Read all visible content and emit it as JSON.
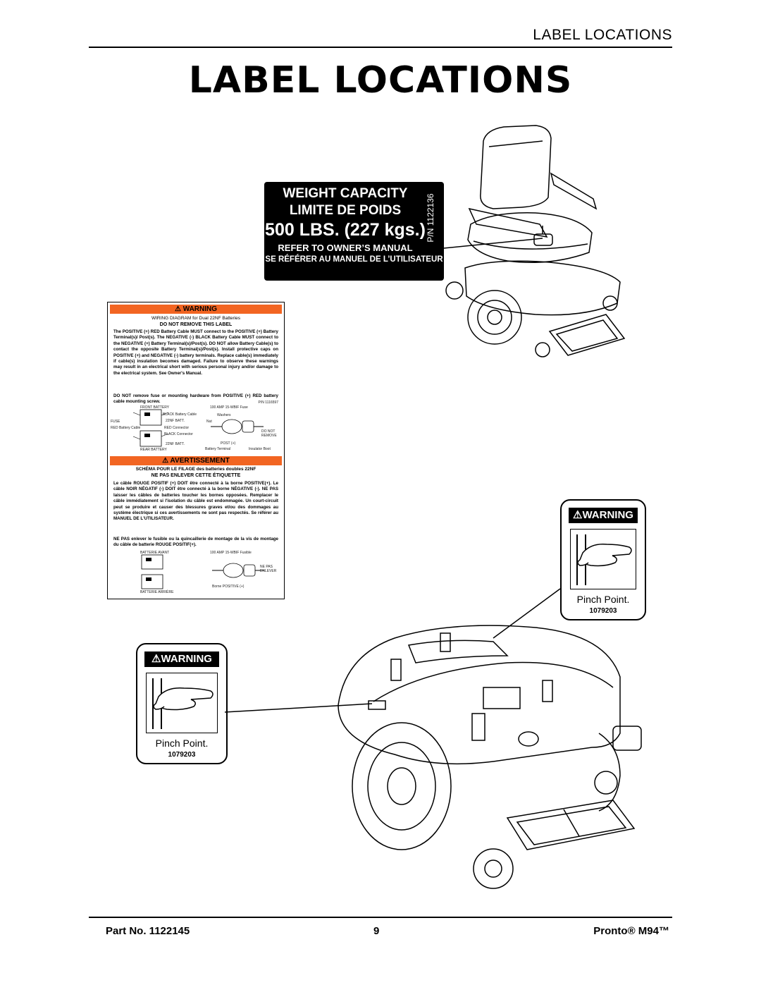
{
  "header": {
    "section": "LABEL LOCATIONS",
    "title": "LABEL LOCATIONS"
  },
  "weight_label": {
    "line1": "WEIGHT CAPACITY",
    "line2": "LIMITE DE POIDS",
    "capacity": "500 LBS. (227 kgs.)",
    "refer_en": "REFER TO OWNER’S MANUAL",
    "refer_fr": "SE RÉFÉRER AU MANUEL DE L’UTILISATEUR",
    "part_number": "P/N 1122136"
  },
  "battery_label": {
    "warning": "⚠ WARNING",
    "wiring_title": "WIRING DIAGRAM for Dual 22NF Batteries",
    "do_not_remove": "DO NOT REMOVE THIS LABEL",
    "body_en": "The POSITIVE (+) RED Battery Cable MUST connect to the POSITIVE (+) Battery Terminal(s)/ Post(s). The NEGATIVE (-) BLACK Battery Cable MUST connect to the NEGATIVE (+) Battery Terminal(s)/Post(s). DO NOT allow Battery Cable(s) to contact the opposite Battery Terminal(s)/Post(s). Install protective caps on POSITIVE (+) and NEGATIVE (-) battery terminals. Replace cable(s) immediately if cable(s) insulation becomes damaged. Failure to observe these warnings may result in an electrical short with serious personal injury and/or damage to the electrical system. See Owner's Manual.",
    "hardware_en": "DO NOT remove fuse or mounting hardware from POSITIVE (+) RED battery cable mounting screw.",
    "pn_small": "P/N 1116597",
    "diagram_en": {
      "front_battery": "FRONT BATTERY",
      "rear_battery": "REAR BATTERY",
      "batt1": "22NF BATT.",
      "batt2": "22NF BATT.",
      "red_cable": "RED Battery Cable",
      "black_cable": "BLACK Battery Cable",
      "fuse": "FUSE",
      "red_connector": "RED Connector",
      "black_connector": "BLACK Connector",
      "amp_fuse": "100 AMP 15-WBIF Fuse",
      "washers": "Washers",
      "nut": "Nut",
      "post": "POST (+)",
      "battery_terminal": "Battery Terminal",
      "insulator": "Insulator Boot",
      "do_not_remove": "DO NOT REMOVE"
    },
    "avert": "⚠ AVERTISSEMENT",
    "schema_title": "SCHÉMA POUR LE FILAGE des batteries doubles 22NF",
    "ne_pas": "NE PAS ENLEVER CETTE ÉTIQUETTE",
    "body_fr": "Le câble ROUGE POSITIF (+) DOIT être connecté à la borne POSITIVE(+). Le câble NOIR NÉGATIF (-) DOIT être connecté à la borne NÉGATIVE (-). NE PAS laisser les câbles de batteries toucher les bornes opposées. Remplacer le câble immédiatement si l'isolation du câble est endommagée. Un court-circuit peut se produire et causer des blessures graves et/ou des dommages au système électrique si ces avertissements ne sont pas respectés. Se référer au MANUEL DE L'UTILISATEUR.",
    "hardware_fr": "NE PAS enlever le fusible ou la quincaillerie de montage de la vis de montage du câble de batterie ROUGE POSITIF(+).",
    "diagram_fr": {
      "front_battery": "BATTERIE AVANT",
      "rear_battery": "BATTERIE ARRIÈRE",
      "amp_fuse": "100 AMP 15-WBIF Fusible",
      "post": "Borne POSITIVE (+)",
      "ne_pas": "NE PAS ENLEVER"
    }
  },
  "pinch_right": {
    "warning": "⚠WARNING",
    "label": "Pinch Point.",
    "part_number": "1079203"
  },
  "pinch_left": {
    "warning": "⚠WARNING",
    "label": "Pinch Point.",
    "part_number": "1079203"
  },
  "footer": {
    "part": "Part No. 1122145",
    "page": "9",
    "product": "Pronto® M94™"
  }
}
